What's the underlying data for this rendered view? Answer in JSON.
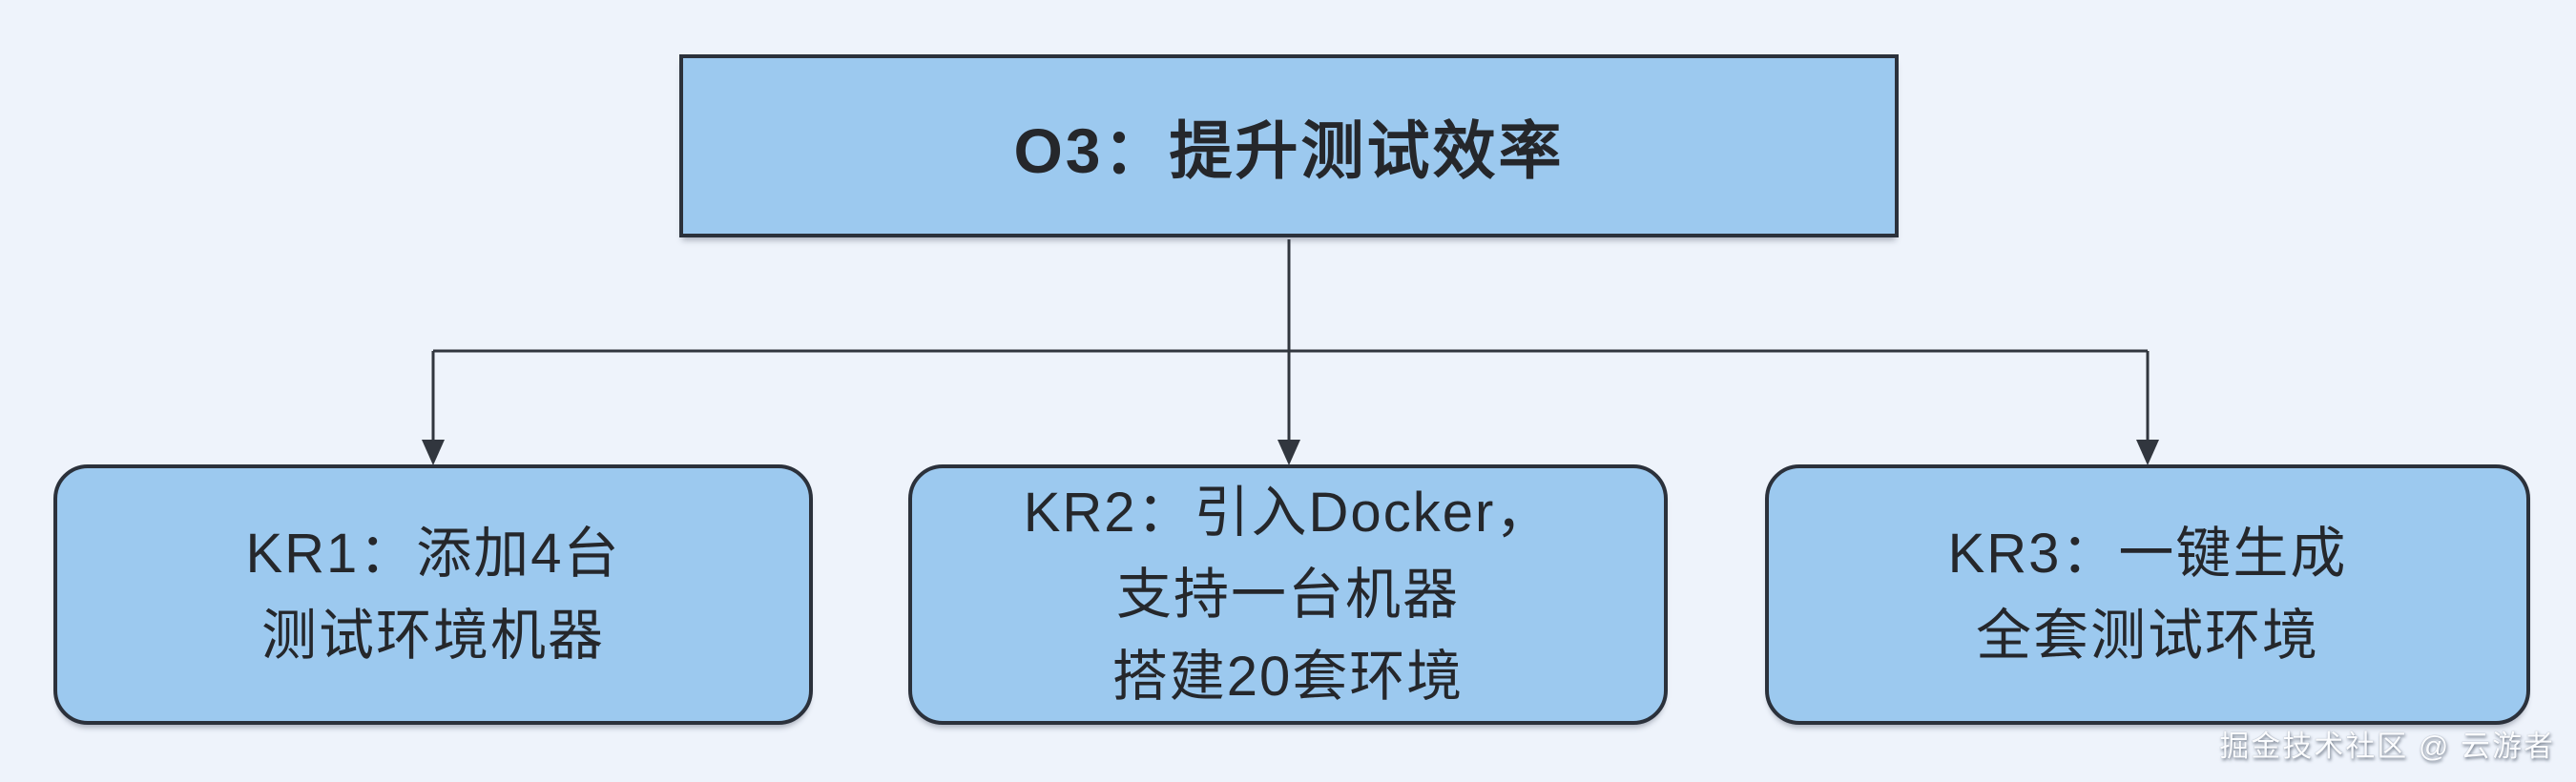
{
  "colors": {
    "background": "#eef3fb",
    "node_fill": "#9cc9ef",
    "node_border": "#2b313b",
    "text": "#25272b",
    "connector": "#31363e",
    "watermark_text": "#fbfcfe"
  },
  "diagram": {
    "objective": {
      "label": "O3：提升测试效率"
    },
    "key_results": [
      {
        "id": "KR1",
        "lines": [
          "KR1：添加4台",
          "测试环境机器"
        ]
      },
      {
        "id": "KR2",
        "lines": [
          "KR2：引入Docker，",
          "支持一台机器",
          "搭建20套环境"
        ]
      },
      {
        "id": "KR3",
        "lines": [
          "KR3：一键生成",
          "全套测试环境"
        ]
      }
    ]
  },
  "watermark": {
    "text": "掘金技术社区 @ 云游者"
  }
}
